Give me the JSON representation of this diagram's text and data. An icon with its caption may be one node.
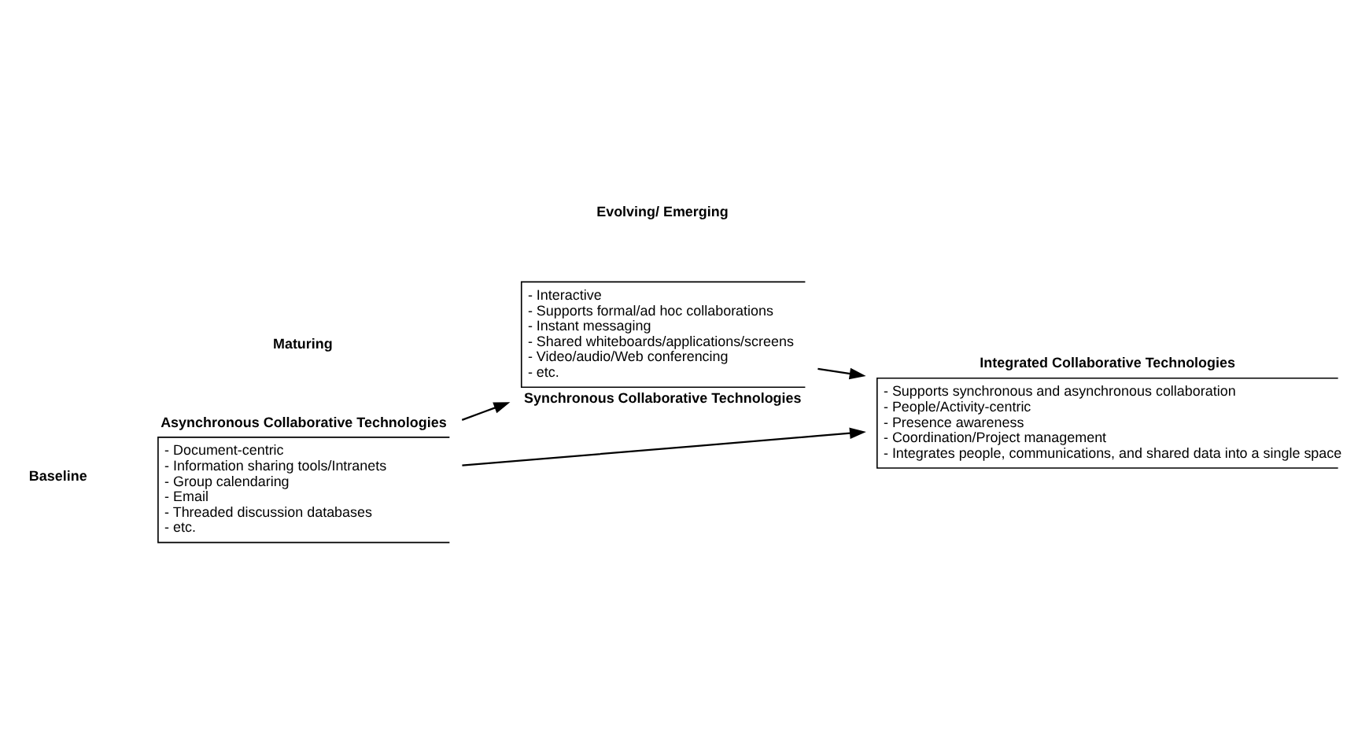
{
  "diagram": {
    "nodes": [
      {
        "text": [
          "Asynchronous Collaborative Technologies",
          "- Document-centric",
          "- Information sharing tools/Intranets",
          "- Group calendaring",
          "- Email",
          "- Threaded discussion databases",
          "- etc."
        ]
      },
      {
        "text": [
          "- Interactive",
          "- Supports formal/ad hoc collaborations",
          "- Instant messaging",
          "- Shared whiteboards/applications/screens",
          "- Video/audio/Web conferencing",
          "- etc.",
          "Synchronous Collaborative Technologies"
        ]
      },
      {
        "text": [
          "Integrated Collaborative Technologies",
          "- Supports synchronous and asynchronous collaboration",
          "- People/Activity-centric",
          "- Presence awareness",
          "- Coordination/Project management",
          "- Integrates people, communications, and shared data into a single space"
        ]
      }
    ],
    "edges": [
      {
        "from": 0,
        "to": 1,
        "arrow": "to"
      },
      {
        "from": 0,
        "to": 2,
        "arrow": "to"
      },
      {
        "from": 1,
        "to": 2,
        "arrow": "to"
      }
    ],
    "labels": [
      "Baseline",
      "Evolving/ Emerging",
      "Maturing"
    ]
  }
}
